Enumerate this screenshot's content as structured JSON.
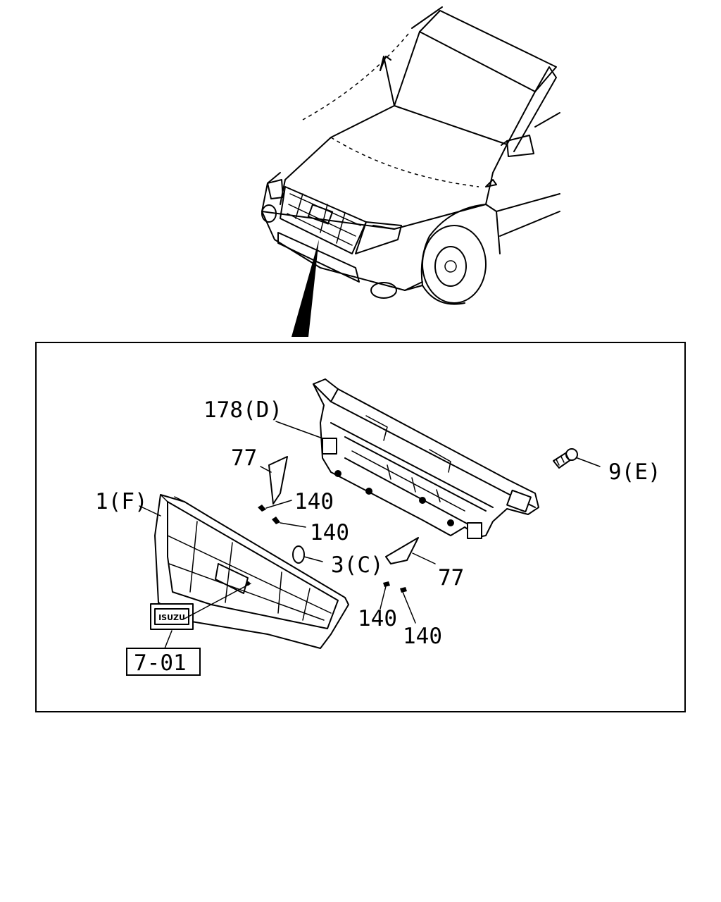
{
  "callouts": {
    "bracket": "178(D)",
    "deflector_left": "77",
    "deflector_right": "77",
    "grille": "1(F)",
    "screw": "9(E)",
    "emblem_clip": "3(C)",
    "clip_1": "140",
    "clip_2": "140",
    "clip_3": "140",
    "clip_4": "140",
    "reference": "7-01"
  },
  "emblem_text": "ISUZU"
}
